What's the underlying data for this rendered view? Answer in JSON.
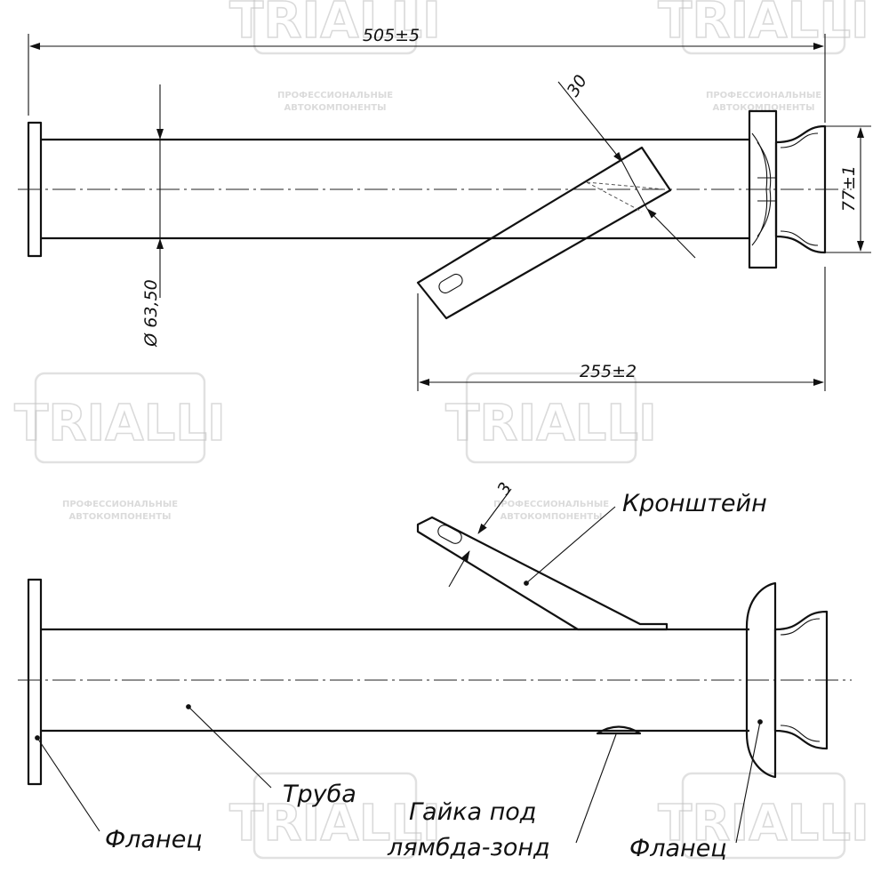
{
  "watermark": {
    "brand": "TRIALLI",
    "tagline_1": "ПРОФЕССИОНАЛЬНЫЕ",
    "tagline_2": "АВТОКОМПОНЕНТЫ"
  },
  "dimensions": {
    "overall_length": "505±5",
    "angle_or_offset": "30",
    "diameter": "Ø 63,50",
    "flange_height": "77±1",
    "bracket_position": "255±2",
    "bracket_thickness": "3"
  },
  "labels": {
    "bracket": "Кронштейн",
    "pipe": "Труба",
    "nut_line1": "Гайка под",
    "nut_line2": "лямбда-зонд",
    "flange_left": "Фланец",
    "flange_right": "Фланец"
  }
}
